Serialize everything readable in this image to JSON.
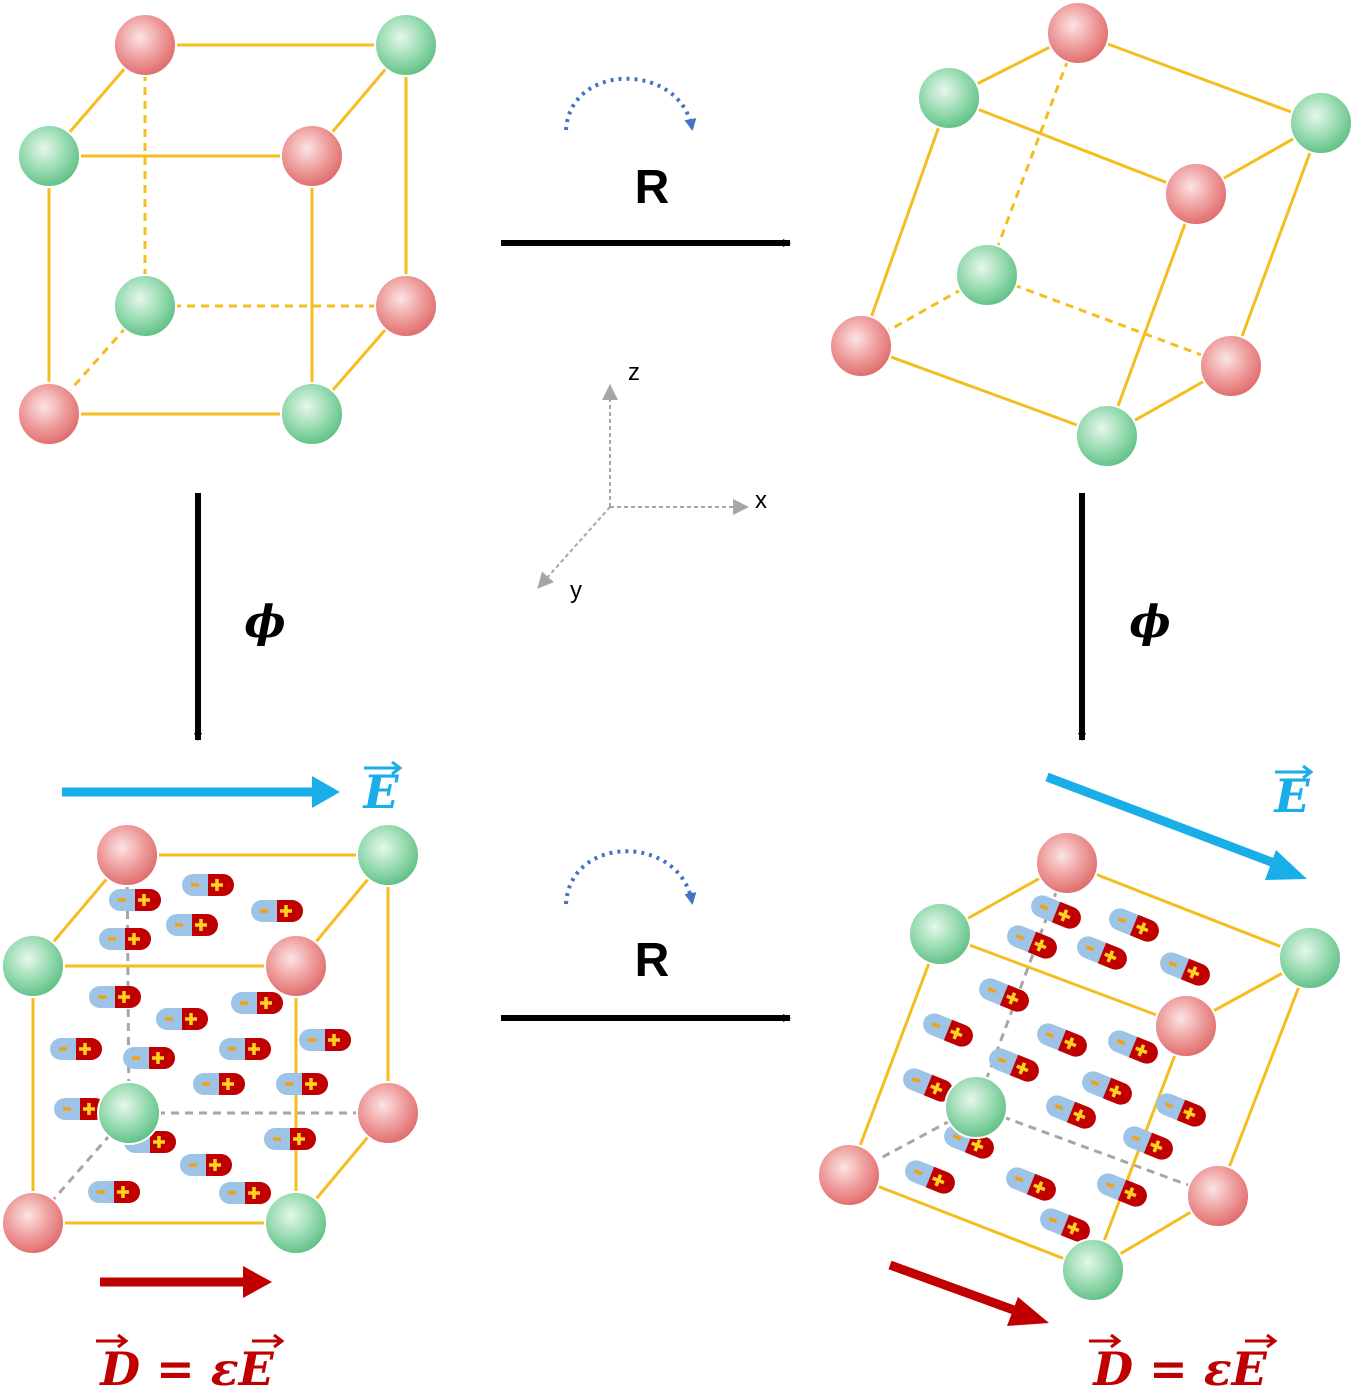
{
  "labels": {
    "rotation": "R",
    "mapping": "ϕ",
    "field_letter": "E",
    "displacement_eq": "D = εE",
    "axis_x": "x",
    "axis_y": "y",
    "axis_z": "z"
  },
  "colors": {
    "edge": "#f5bd1f",
    "atom_red": "#e87b7b",
    "atom_green": "#74cd97",
    "field_blue": "#1aaee8",
    "displacement_red": "#c00000",
    "rotation_hint": "#4472c4",
    "dipole_plus_fill": "#c00000",
    "dipole_plus_sign": "#ffd21f",
    "dipole_minus_fill": "#9dc3e6",
    "dipole_minus_sign": "#f4a10c",
    "axis_gray": "#a6a6a6"
  },
  "atoms": {
    "cube_order": [
      "red",
      "green",
      "green",
      "red",
      "green",
      "red",
      "red",
      "green"
    ]
  }
}
